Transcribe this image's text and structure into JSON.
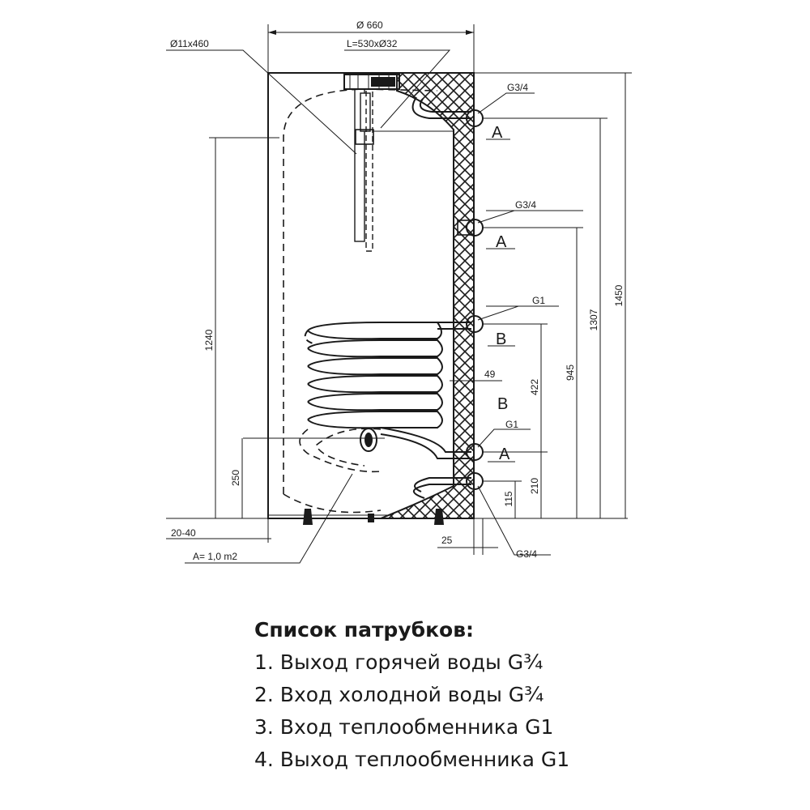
{
  "dimensions": {
    "diameter": "Ø 660",
    "anode": "Ø11x460",
    "sensor_tube": "L=530xØ32",
    "h_total": "1450",
    "h_1307": "1307",
    "h_1240": "1240",
    "h_945": "945",
    "h_422": "422",
    "h_250": "250",
    "h_210": "210",
    "h_115": "115",
    "w_49": "49",
    "w_25": "25",
    "feet": "20-40",
    "coil_area": "A= 1,0 m2"
  },
  "connections": {
    "top_thread": "G3/4",
    "top_letter": "A",
    "second_thread": "G3/4",
    "second_letter": "A",
    "coil_in_thread": "G1",
    "coil_in_letter": "B",
    "coil_out_letter": "B",
    "coil_out_thread": "G1",
    "cold_letter": "A",
    "bottom_thread": "G3/4"
  },
  "legend": {
    "title": "Список патрубков:",
    "items": [
      "1. Выход горячей воды G¾",
      "2. Вход холодной воды G¾",
      "3. Вход теплообменника G1",
      "4. Выход теплообменника G1"
    ]
  }
}
